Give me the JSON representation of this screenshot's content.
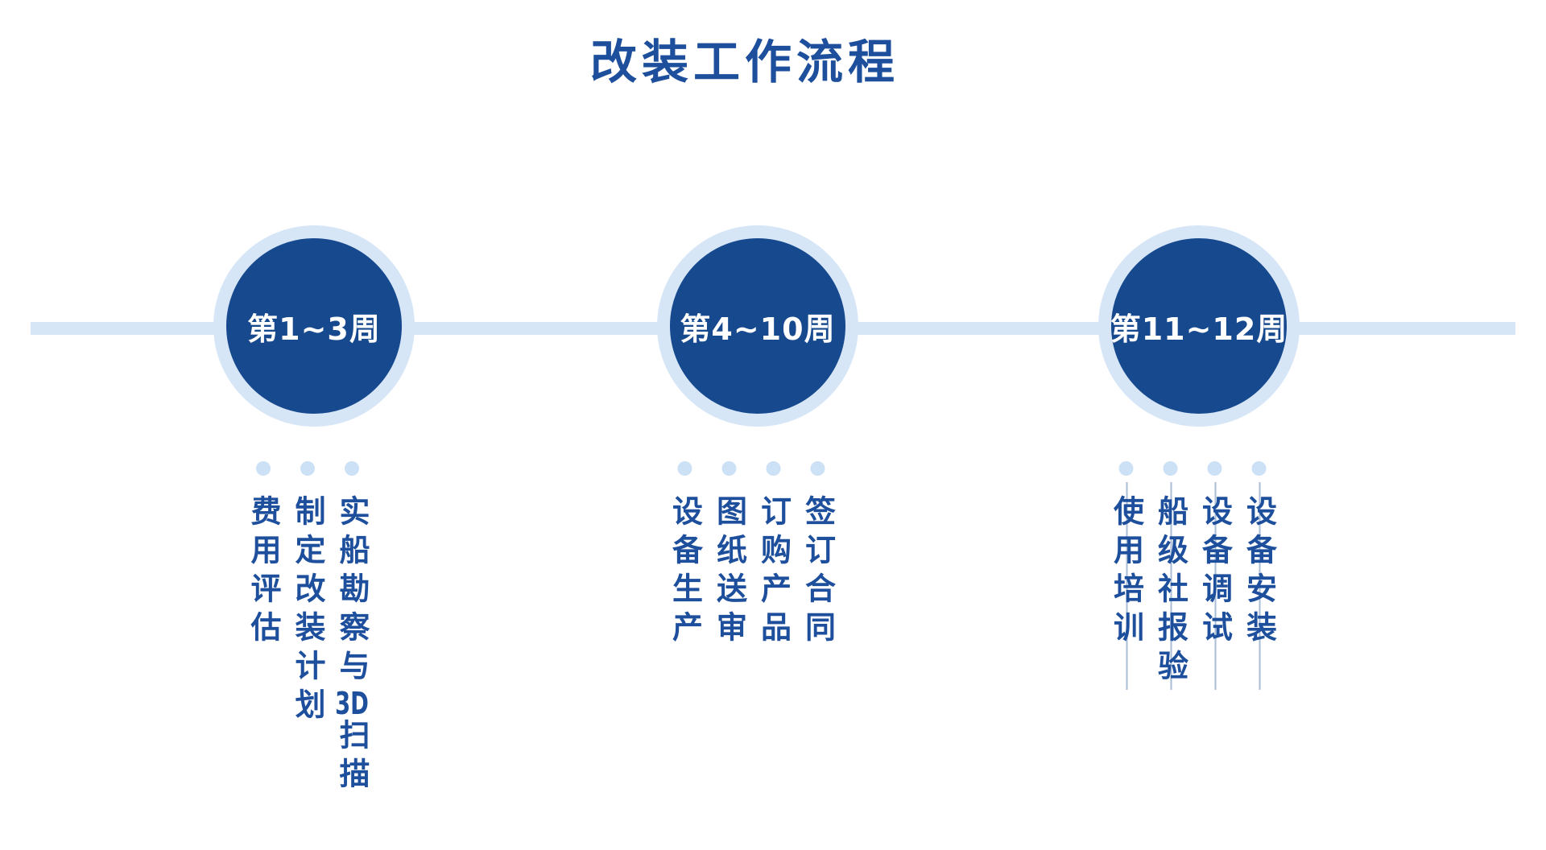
{
  "title": "改装工作流程",
  "colors": {
    "primary": "#17498e",
    "text_blue": "#1d4f9c",
    "light_blue": "#d6e6f7",
    "dot_blue": "#cce1f6",
    "leader_line": "#a9bdd6",
    "circle_label": "#ffffff"
  },
  "timeline": {
    "stages": [
      {
        "label": "第1~3周",
        "tasks": [
          "实船勘察与3D扫描",
          "制定改装计划",
          "费用评估"
        ],
        "leader_lines": false
      },
      {
        "label": "第4~10周",
        "tasks": [
          "签订合同",
          "订购产品",
          "图纸送审",
          "设备生产"
        ],
        "leader_lines": false
      },
      {
        "label": "第11~12周",
        "tasks": [
          "设备安装",
          "设备调试",
          "船级社报验",
          "使用培训"
        ],
        "leader_lines": true
      }
    ]
  }
}
